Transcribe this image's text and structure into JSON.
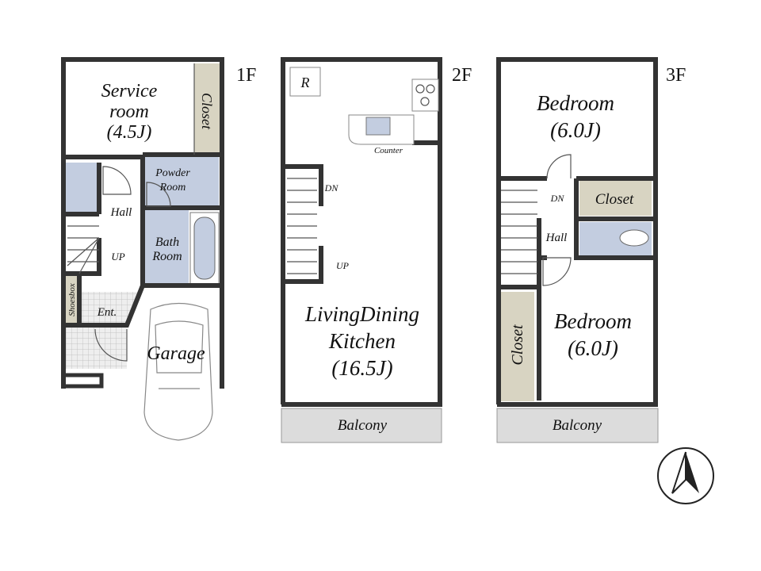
{
  "colors": {
    "wall": "#333333",
    "wet_area": "#c3cde0",
    "closet": "#d8d4c2",
    "balcony": "#dcdcdc",
    "tile": "#d0d0d0"
  },
  "floors": {
    "f1": {
      "label": "1F",
      "rooms": {
        "service_room": [
          "Service",
          "room",
          "(4.5J)"
        ],
        "closet": "Closet",
        "powder_room": [
          "Powder",
          "Room"
        ],
        "hall": "Hall",
        "up": "UP",
        "bath_room": [
          "Bath",
          "Room"
        ],
        "shoesbox": "Shoesbox",
        "entrance": "Ent.",
        "garage": "Garage"
      }
    },
    "f2": {
      "label": "2F",
      "rooms": {
        "refrigerator": "R",
        "counter": "Counter",
        "dn": "DN",
        "up": "UP",
        "ldk": [
          "LivingDining",
          "Kitchen",
          "(16.5J)"
        ],
        "balcony": "Balcony"
      }
    },
    "f3": {
      "label": "3F",
      "rooms": {
        "bedroom_top": [
          "Bedroom",
          "(6.0J)"
        ],
        "dn": "DN",
        "closet_top": "Closet",
        "hall": "Hall",
        "closet_side": "Closet",
        "bedroom_bottom": [
          "Bedroom",
          "(6.0J)"
        ],
        "balcony": "Balcony"
      }
    }
  },
  "compass": {
    "icon": "north-arrow-icon"
  }
}
